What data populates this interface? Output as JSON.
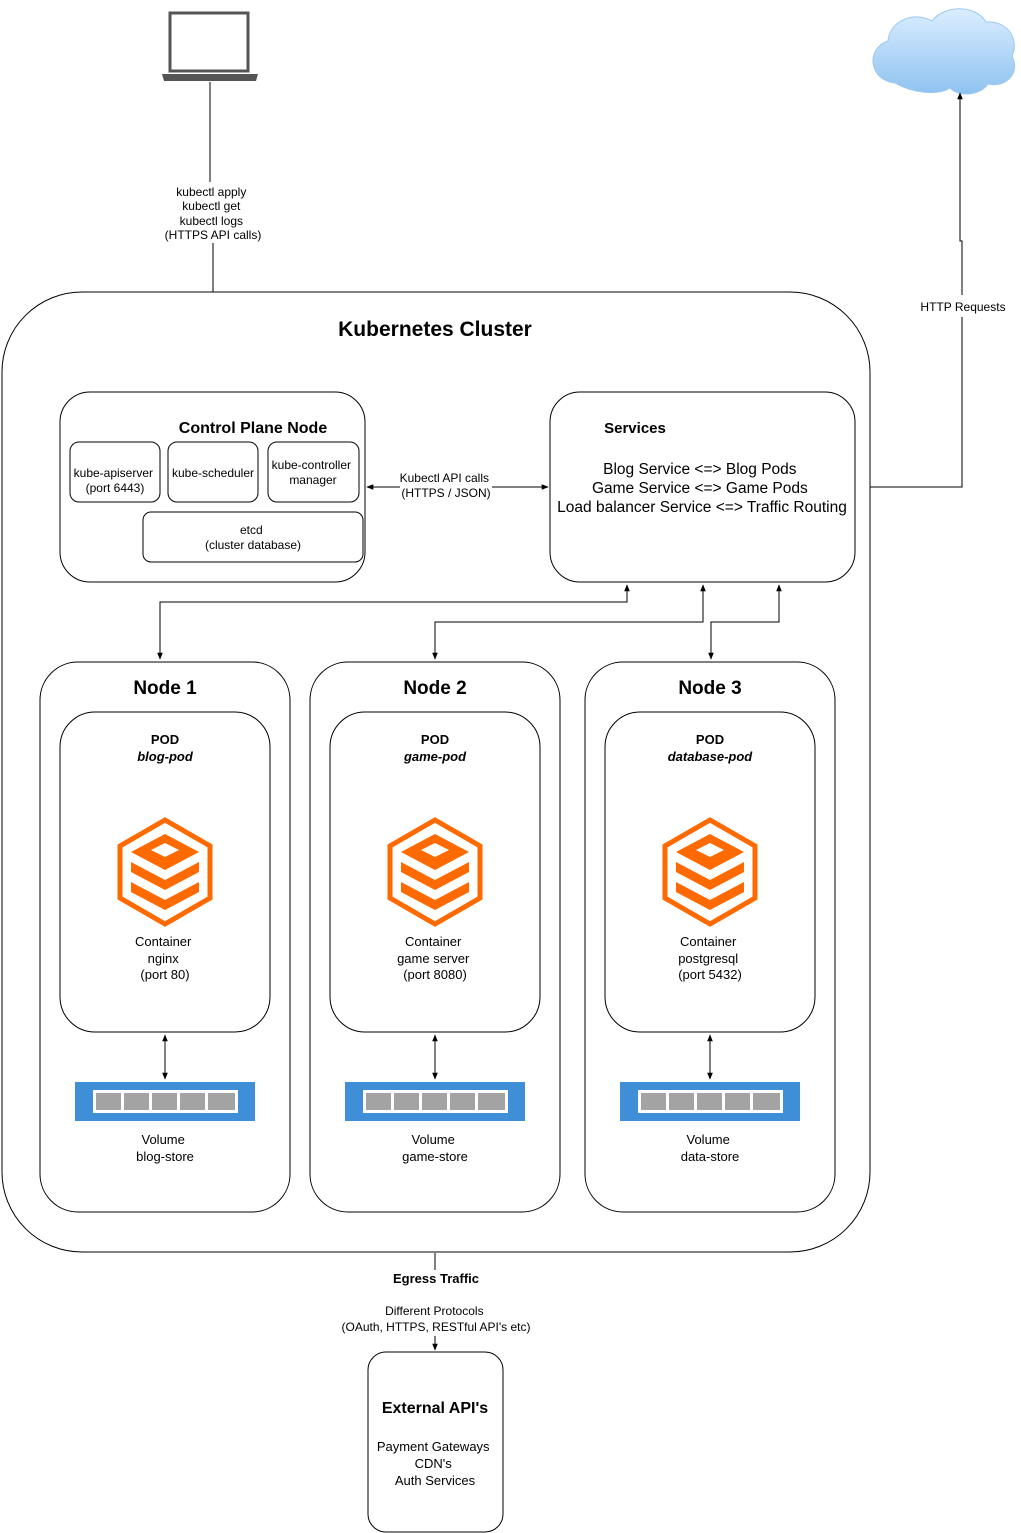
{
  "client": {
    "label_lines": [
      "kubectl apply",
      "kubectl get",
      "kubectl logs",
      "(HTTPS API calls)"
    ]
  },
  "internet": {
    "label": "HTTP Requests"
  },
  "cluster": {
    "title": "Kubernetes Cluster",
    "control_plane": {
      "title": "Control Plane Node",
      "components": [
        [
          "kube-apiserver",
          "(port 6443)"
        ],
        [
          "kube-scheduler"
        ],
        [
          "kube-controller",
          "manager"
        ]
      ],
      "etcd": [
        "etcd",
        "(cluster database)"
      ]
    },
    "api_link": [
      "Kubectl API calls",
      "(HTTPS / JSON)"
    ],
    "services": {
      "title": "Services",
      "lines": [
        "Blog Service <=> Blog Pods",
        "Game Service <=> Game Pods",
        "Load balancer Service <=> Traffic Routing"
      ]
    },
    "nodes": [
      {
        "title": "Node 1",
        "pod_label": "POD",
        "pod_name": "blog-pod",
        "container_lines": [
          "Container",
          "nginx",
          "(port 80)"
        ],
        "volume_lines": [
          "Volume",
          "blog-store"
        ]
      },
      {
        "title": "Node 2",
        "pod_label": "POD",
        "pod_name": "game-pod",
        "container_lines": [
          "Container",
          "game server",
          "(port 8080)"
        ],
        "volume_lines": [
          "Volume",
          "game-store"
        ]
      },
      {
        "title": "Node 3",
        "pod_label": "POD",
        "pod_name": "database-pod",
        "container_lines": [
          "Container",
          "postgresql",
          "(port 5432)"
        ],
        "volume_lines": [
          "Volume",
          "data-store"
        ]
      }
    ]
  },
  "egress": {
    "title": "Egress Traffic",
    "lines": [
      "Different Protocols",
      "(OAuth, HTTPS, RESTful API's etc)"
    ]
  },
  "external": {
    "title": "External API's",
    "lines": [
      "Payment Gateways",
      "CDN's",
      "Auth Services"
    ]
  },
  "colors": {
    "container_orange": "#ff6a00",
    "volume_blue": "#3f8ed8",
    "volume_cell": "#a3a3a3",
    "cloud_top": "#dbeeff",
    "cloud_bottom": "#8fc2f0"
  }
}
